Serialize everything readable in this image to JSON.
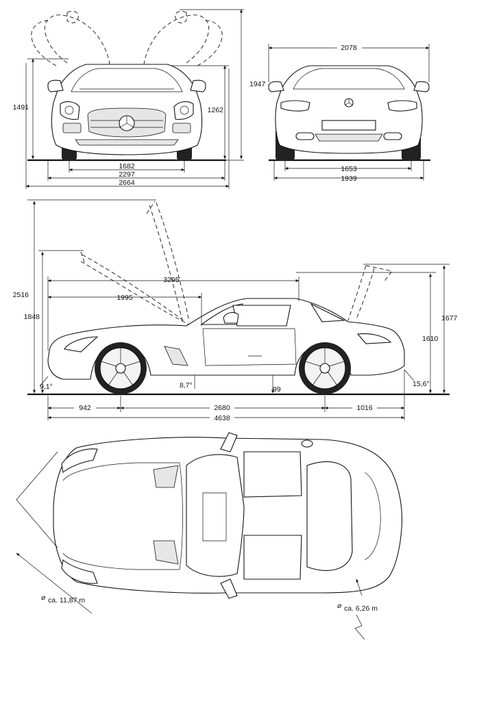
{
  "front_view": {
    "track_front": "1682",
    "width_body": "2297",
    "width_doors_open": "2664",
    "height_doors_open_label": "1947",
    "height_1262": "1262",
    "height_1491": "1491"
  },
  "rear_view": {
    "width_mirrors": "2078",
    "track_rear": "1653",
    "width_body": "1939"
  },
  "side_view": {
    "height_doors_open": "2516",
    "height_bonnet_open": "1848",
    "length_to_bonnet": "3295",
    "length_1995": "1995",
    "height_trunk_open": "1677",
    "height_roof": "1610",
    "approach_angle": "9,1°",
    "ramp_angle": "8,7°",
    "ground_clearance": "99",
    "departure_angle": "15,6°",
    "front_overhang": "942",
    "wheelbase": "2680",
    "rear_overhang": "1016",
    "overall_length": "4638"
  },
  "top_view": {
    "turning_circle_outer_symbol": "⌀",
    "turning_circle_outer": "ca. 11,87 m",
    "turning_circle_inner_symbol": "⌀",
    "turning_circle_inner": "ca. 6,26 m"
  }
}
